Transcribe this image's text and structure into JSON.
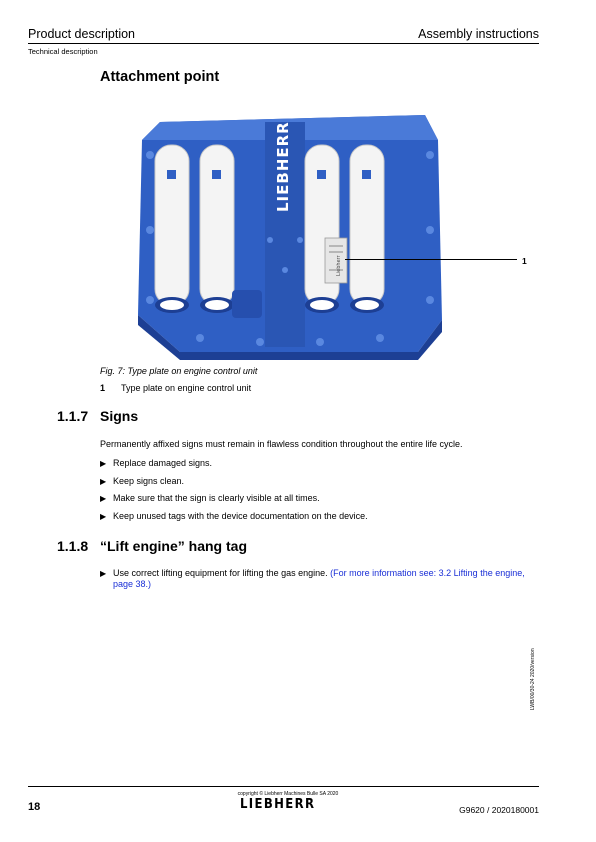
{
  "header": {
    "left": "Product description",
    "right": "Assembly instructions",
    "sub": "Technical description"
  },
  "attachment": {
    "title": "Attachment point",
    "callout": "1",
    "plate_label": "Liebherr",
    "caption": "Fig. 7: Type plate on engine control unit",
    "legend": [
      {
        "num": "1",
        "text": "Type plate on engine control unit"
      }
    ]
  },
  "section_signs": {
    "num": "1.1.7",
    "title": "Signs",
    "paragraph": "Permanently affixed signs must remain in flawless condition throughout the entire life cycle.",
    "bullets": [
      "Replace damaged signs.",
      "Keep signs clean.",
      "Make sure that the sign is clearly visible at all times.",
      "Keep unused tags with the device documentation on the device."
    ]
  },
  "section_hangtag": {
    "num": "1.1.8",
    "title": "“Lift engine” hang tag",
    "bullet_text": "Use correct lifting equipment for lifting the gas engine. ",
    "bullet_link": "(For more information see: 3.2 Lifting the engine, page 38.)"
  },
  "side_code": "LWB/00/30-24 2020/version",
  "footer": {
    "page": "18",
    "copyright": "copyright © Liebherr Machines Bulle SA 2020",
    "logo": "LIEBHERR",
    "doc": "G9620 / 2020180001"
  },
  "colors": {
    "engine_blue": "#2f5fc4",
    "engine_dark": "#1d3f94",
    "link": "#1a2fd6"
  }
}
